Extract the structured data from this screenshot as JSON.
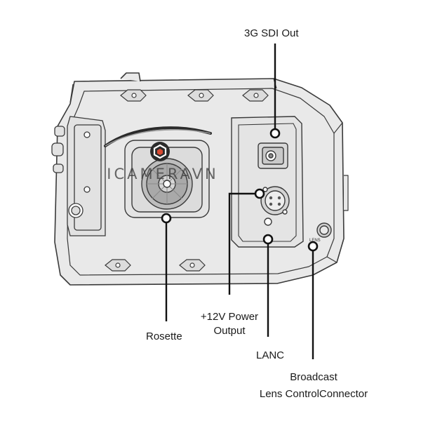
{
  "diagram": {
    "subject": "camera body side view",
    "callouts": {
      "sdi_out": "3G SDI Out",
      "power_line1": "+12V Power",
      "power_line2": "Output",
      "rosette": "Rosette",
      "lanc": "LANC",
      "broadcast_line1": "Broadcast",
      "broadcast_line2": "Lens ControlConnector"
    },
    "panel_text": {
      "lens": "LENS"
    },
    "watermark": {
      "text": "ICAMERAVN"
    },
    "colors": {
      "body_fill": "#e9e9e9",
      "outline": "#3a3a3a",
      "callout_line": "#111111",
      "watermark_dark": "#2b2b2b",
      "watermark_logo": "#d94a32"
    }
  }
}
